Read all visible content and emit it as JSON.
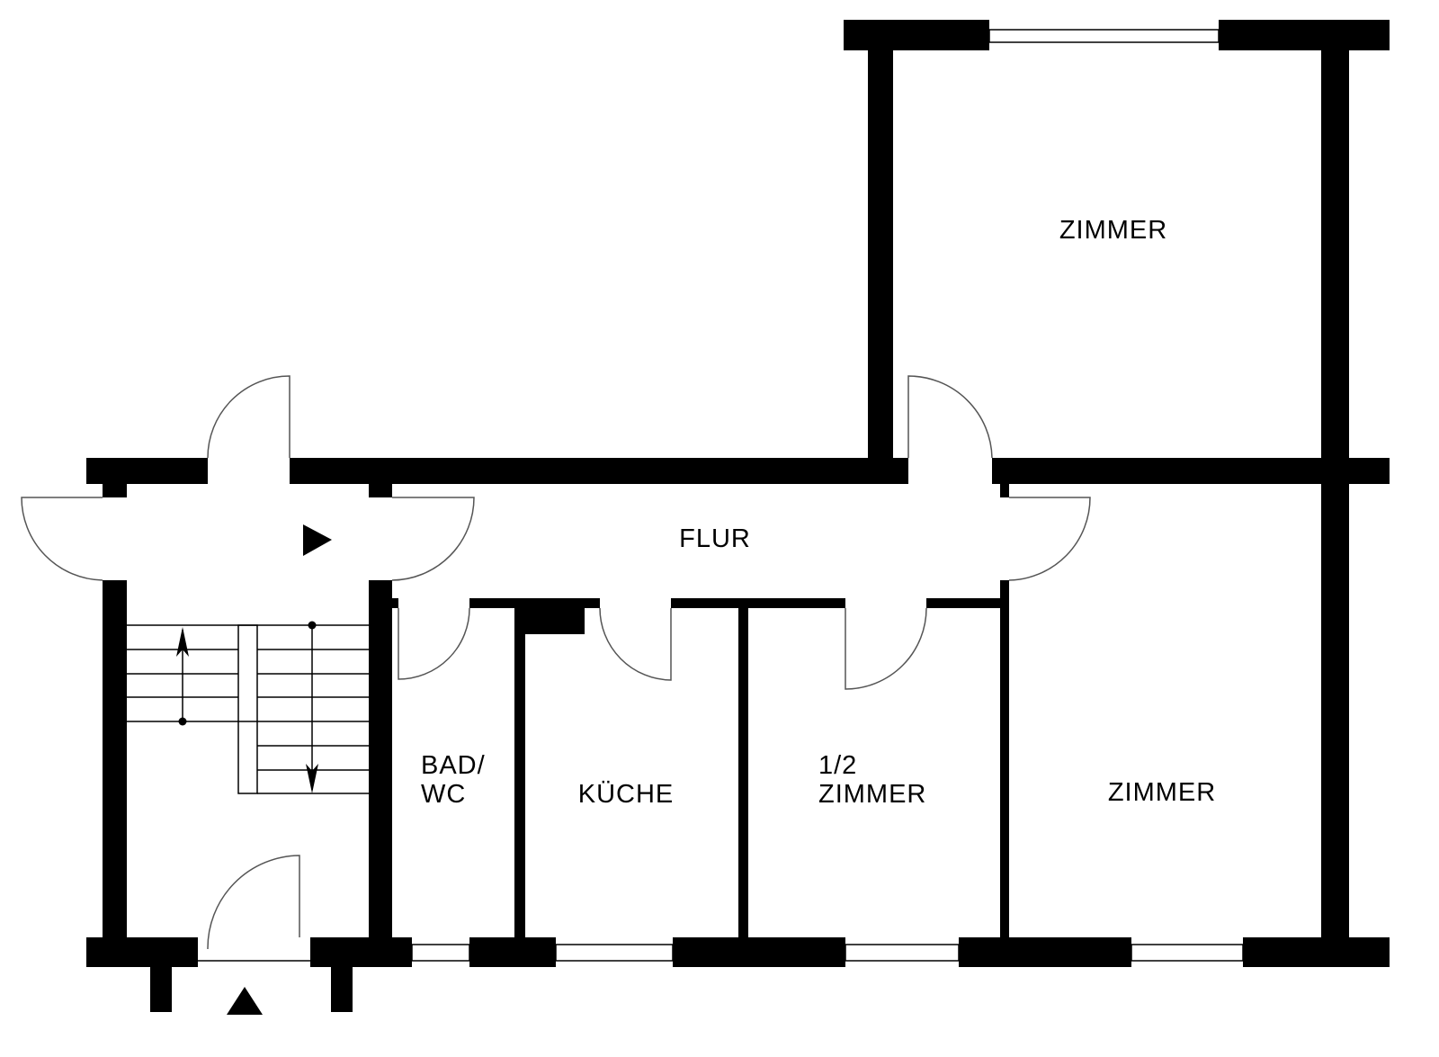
{
  "rooms": {
    "zimmer_top": "ZIMMER",
    "flur": "FLUR",
    "bad_line1": "BAD/",
    "bad_line2": "WC",
    "kueche": "KÜCHE",
    "half_zimmer_line1": "1/2",
    "half_zimmer_line2": "ZIMMER",
    "zimmer_bottom": "ZIMMER"
  },
  "colors": {
    "wall": "#000000",
    "background": "#ffffff"
  }
}
